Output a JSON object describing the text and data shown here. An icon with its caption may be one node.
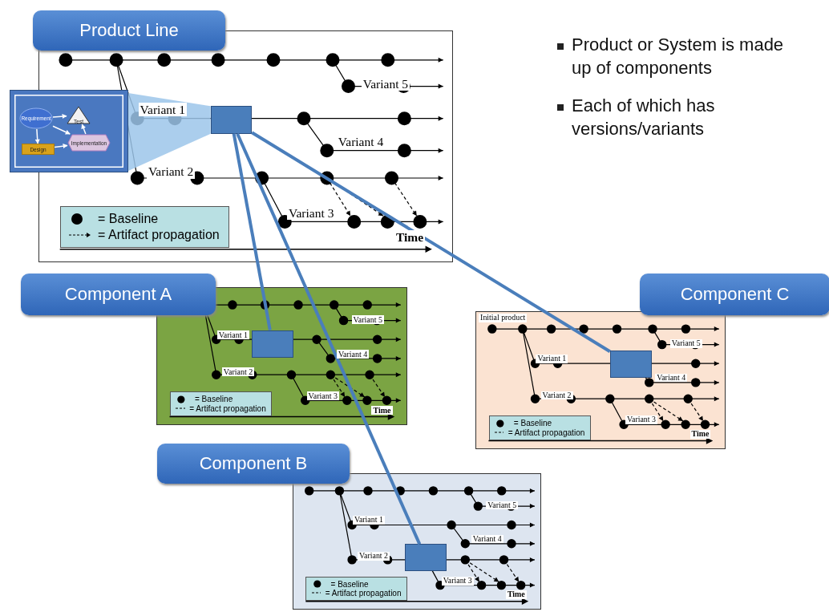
{
  "diagram": {
    "nodes": [
      {
        "text": [
          "Product Line"
        ]
      },
      {
        "text": [],
        "shape": "box",
        "in": 0
      },
      {
        "text": [],
        "shape": "box"
      },
      {
        "text": [
          "Requirement"
        ],
        "in": 2
      },
      {
        "text": [
          "Test"
        ]
      },
      {
        "text": [
          "Design"
        ],
        "in": 2
      },
      {
        "text": [
          "Implementation"
        ]
      },
      {
        "text": [
          "Component A"
        ]
      },
      {
        "text": [],
        "shape": "box",
        "in": 7
      },
      {
        "text": [
          "Component B"
        ]
      },
      {
        "text": [],
        "shape": "box",
        "in": 9
      },
      {
        "text": [
          "Component C"
        ]
      },
      {
        "text": [],
        "shape": "box",
        "in": 11
      }
    ],
    "edges": [
      {
        "from": 1,
        "to": 8,
        "arrow": "none",
        "style": "thick",
        "color": "#4a7ebb"
      },
      {
        "from": 1,
        "to": 10,
        "arrow": "none",
        "style": "thick",
        "color": "#4a7ebb"
      },
      {
        "from": 1,
        "to": 12,
        "arrow": "none",
        "style": "thick",
        "color": "#4a7ebb"
      },
      {
        "from": 3,
        "to": 4,
        "arrow": "to",
        "color": "#ffffff"
      },
      {
        "from": 3,
        "to": 5,
        "arrow": "to",
        "color": "#ffffff"
      },
      {
        "from": 3,
        "to": 6,
        "arrow": "to",
        "color": "#ffffff"
      },
      {
        "from": 5,
        "to": 6,
        "arrow": "to",
        "color": "#ffffff"
      },
      {
        "from": 6,
        "to": 4,
        "arrow": "to",
        "color": "#ffffff"
      }
    ],
    "labels": [
      "Variant 5",
      "Variant 1",
      "Variant 4",
      "Variant 2",
      "Variant 3",
      "Time",
      "Product or System is made up of components",
      "Each of which has versions/variants",
      "Variant 5",
      "Variant 1",
      "Variant 4",
      "Variant 2",
      "Variant 3",
      "Time",
      "Initial product",
      "Variant 5",
      "Variant 1",
      "Variant 4",
      "Variant 2",
      "Variant 3",
      "Time",
      "Variant 5",
      "Variant 1",
      "Variant 4",
      "Variant 2",
      "Variant 3",
      "Time"
    ],
    "legend": [
      {
        "text": "= Baseline"
      },
      {
        "text": "= Artifact propagation"
      },
      {
        "text": "= Baseline"
      },
      {
        "text": "= Artifact propagation"
      },
      {
        "text": "= Baseline"
      },
      {
        "text": "= Artifact propagation"
      },
      {
        "text": "= Baseline"
      },
      {
        "text": "= Artifact propagation"
      }
    ]
  }
}
